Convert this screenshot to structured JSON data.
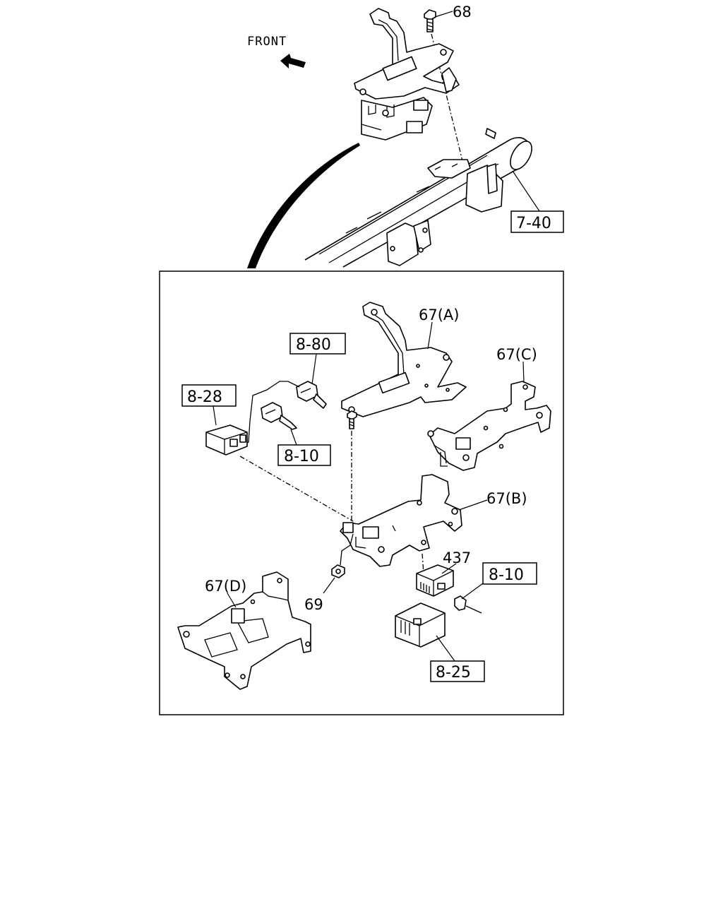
{
  "orientation": {
    "front_label": "FRONT"
  },
  "callouts": {
    "c68": "68",
    "c740": "7-40",
    "c67a": "67(A)",
    "c880": "8-80",
    "c67c": "67(C)",
    "c828": "8-28",
    "c810_left": "8-10",
    "c67b": "67(B)",
    "c437": "437",
    "c810_right": "8-10",
    "c67d": "67(D)",
    "c69": "69",
    "c825": "8-25"
  },
  "icons": {
    "front_arrow": "front-arrow-icon"
  }
}
